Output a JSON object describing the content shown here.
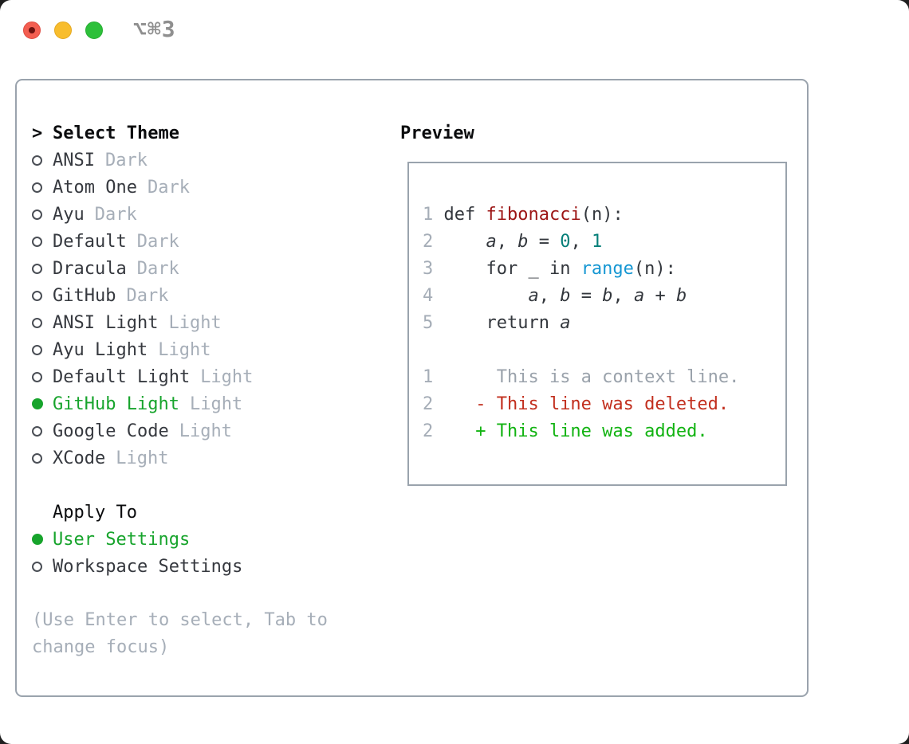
{
  "window": {
    "title": "⌥⌘3",
    "traffic_lights": [
      "close",
      "minimize",
      "zoom"
    ]
  },
  "theme_picker": {
    "prompt": ">",
    "header": "Select Theme",
    "items": [
      {
        "name": "ANSI",
        "variant": "Dark",
        "selected": false
      },
      {
        "name": "Atom One",
        "variant": "Dark",
        "selected": false
      },
      {
        "name": "Ayu",
        "variant": "Dark",
        "selected": false
      },
      {
        "name": "Default",
        "variant": "Dark",
        "selected": false
      },
      {
        "name": "Dracula",
        "variant": "Dark",
        "selected": false
      },
      {
        "name": "GitHub",
        "variant": "Dark",
        "selected": false
      },
      {
        "name": "ANSI Light",
        "variant": "Light",
        "selected": false
      },
      {
        "name": "Ayu Light",
        "variant": "Light",
        "selected": false
      },
      {
        "name": "Default Light",
        "variant": "Light",
        "selected": false
      },
      {
        "name": "GitHub Light",
        "variant": "Light",
        "selected": true
      },
      {
        "name": "Google Code",
        "variant": "Light",
        "selected": false
      },
      {
        "name": "XCode",
        "variant": "Light",
        "selected": false
      }
    ],
    "apply_to": {
      "header": "Apply To",
      "options": [
        {
          "label": "User Settings",
          "selected": true
        },
        {
          "label": "Workspace Settings",
          "selected": false
        }
      ]
    },
    "hint": "(Use Enter to select, Tab to change focus)"
  },
  "preview": {
    "header": "Preview",
    "code_lines": [
      {
        "num": "1",
        "tokens": [
          {
            "t": " def ",
            "type": "text"
          },
          {
            "t": "fibonacci",
            "type": "func"
          },
          {
            "t": "(n):",
            "type": "text"
          }
        ]
      },
      {
        "num": "2",
        "tokens": [
          {
            "t": "     ",
            "type": "text"
          },
          {
            "t": "a",
            "type": "var"
          },
          {
            "t": ", ",
            "type": "text"
          },
          {
            "t": "b",
            "type": "var"
          },
          {
            "t": " = ",
            "type": "text"
          },
          {
            "t": "0",
            "type": "num"
          },
          {
            "t": ", ",
            "type": "text"
          },
          {
            "t": "1",
            "type": "num"
          }
        ]
      },
      {
        "num": "3",
        "tokens": [
          {
            "t": "     for _ in ",
            "type": "text"
          },
          {
            "t": "range",
            "type": "builtin"
          },
          {
            "t": "(n):",
            "type": "text"
          }
        ]
      },
      {
        "num": "4",
        "tokens": [
          {
            "t": "         ",
            "type": "text"
          },
          {
            "t": "a",
            "type": "var"
          },
          {
            "t": ", ",
            "type": "text"
          },
          {
            "t": "b",
            "type": "var"
          },
          {
            "t": " = ",
            "type": "text"
          },
          {
            "t": "b",
            "type": "var"
          },
          {
            "t": ", ",
            "type": "text"
          },
          {
            "t": "a",
            "type": "var"
          },
          {
            "t": " + ",
            "type": "text"
          },
          {
            "t": "b",
            "type": "var"
          }
        ]
      },
      {
        "num": "5",
        "tokens": [
          {
            "t": "     return ",
            "type": "text"
          },
          {
            "t": "a",
            "type": "var"
          }
        ]
      }
    ],
    "diff_lines": [
      {
        "num": "1",
        "text": "      This is a context line.",
        "kind": "context"
      },
      {
        "num": "2",
        "text": "    - This line was deleted.",
        "kind": "del"
      },
      {
        "num": "2",
        "text": "    + This line was added.",
        "kind": "add"
      }
    ]
  },
  "colors": {
    "selection_green": "#17a42c",
    "function_red": "#9c1515",
    "number_teal": "#067f79",
    "builtin_blue": "#1697d3",
    "diff_deleted_red": "#c22f1e",
    "diff_added_green": "#12b312",
    "muted_gray": "#a6aeb8",
    "panel_border_gray": "#9aa3ad"
  }
}
